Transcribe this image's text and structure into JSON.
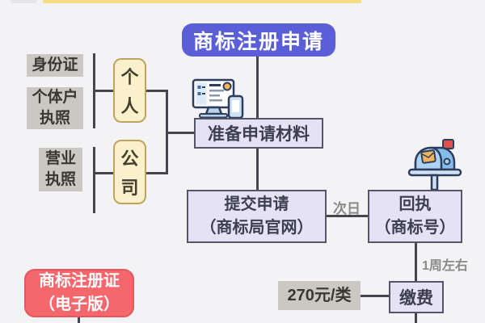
{
  "title": {
    "label": "商标注册申请"
  },
  "documents": {
    "id_card": "身份证",
    "individual_line1": "个体户",
    "individual_line2": "执照",
    "business_line1": "营业",
    "business_line2": "执照"
  },
  "applicants": {
    "person_char1": "个",
    "person_char2": "人",
    "company_char1": "公",
    "company_char2": "司"
  },
  "flow": {
    "prepare": "准备申请材料",
    "submit_line1": "提交申请",
    "submit_line2": "（商标局官网）",
    "receipt_line1": "回执",
    "receipt_line2": "（商标号）",
    "pay": "缴费",
    "cert_line1": "商标注册证",
    "cert_line2": "（电子版）"
  },
  "annotations": {
    "next_day": "次日",
    "one_week": "1周左右",
    "fee": "270元/类"
  },
  "icons": {
    "computer": "desktop computer with phone",
    "mailbox": "mailbox with red flag and envelope"
  },
  "colors": {
    "page_bg": "#f3f3f5",
    "line": "#45454d",
    "title_bg": "#5a5fd7",
    "box_bg": "#e4e2f3",
    "box_border": "#55556a",
    "box_text": "#3e3e52",
    "gray_bg": "#cbc7c3",
    "gray_text": "#3a3732",
    "yellow_bg": "#faf0cb",
    "yellow_border": "#c0a45e",
    "yellow_text": "#453f30",
    "red_bg": "#f4686d",
    "red_border": "#e2585e",
    "annot": "#8a8a8a",
    "highlight": "#f7d96f"
  }
}
